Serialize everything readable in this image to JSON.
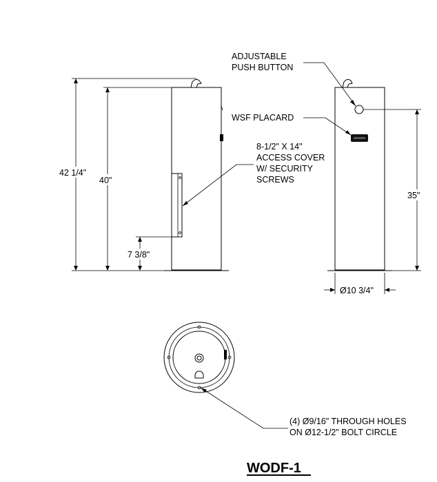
{
  "side_view": {
    "dim_overall_height": "42 1/4\"",
    "dim_top_height": "40\"",
    "dim_base_offset": "7 3/8\"",
    "access_cover_note": [
      "8-1/2\" X 14\"",
      "ACCESS COVER",
      "W/ SECURITY",
      "SCREWS"
    ]
  },
  "front_view": {
    "push_button_note": [
      "ADJUSTABLE",
      "PUSH BUTTON"
    ],
    "placard_note": "WSF PLACARD",
    "dim_button_height": "35\"",
    "dim_diameter": "Ø10 3/4\""
  },
  "plan_view": {
    "holes_note": [
      "(4) Ø9/16\" THROUGH HOLES",
      "ON Ø12-1/2\" BOLT CIRCLE"
    ]
  },
  "model_title": "WODF-1"
}
